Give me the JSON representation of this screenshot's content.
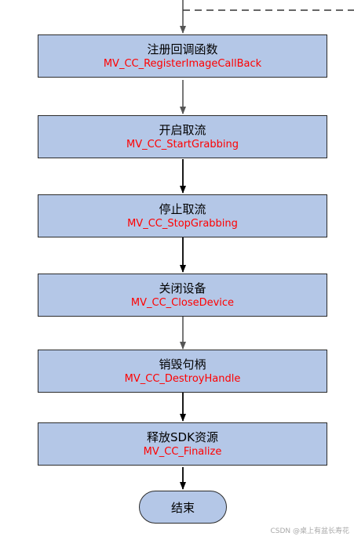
{
  "steps": [
    {
      "title": "注册回调函数",
      "api": "MV_CC_RegisterImageCallBack"
    },
    {
      "title": "开启取流",
      "api": "MV_CC_StartGrabbing"
    },
    {
      "title": "停止取流",
      "api": "MV_CC_StopGrabbing"
    },
    {
      "title": "关闭设备",
      "api": "MV_CC_CloseDevice"
    },
    {
      "title": "销毁句柄",
      "api": "MV_CC_DestroyHandle"
    },
    {
      "title": "释放SDK资源",
      "api": "MV_CC_Finalize"
    }
  ],
  "end": {
    "label": "结束"
  },
  "watermark": "CSDN @桌上有盆长寿花",
  "colors": {
    "box_fill": "#b4c7e7",
    "box_border": "#2b2b2b",
    "api_text": "#ff0000",
    "arrow_dark": "#000000",
    "arrow_gray": "#555555"
  }
}
